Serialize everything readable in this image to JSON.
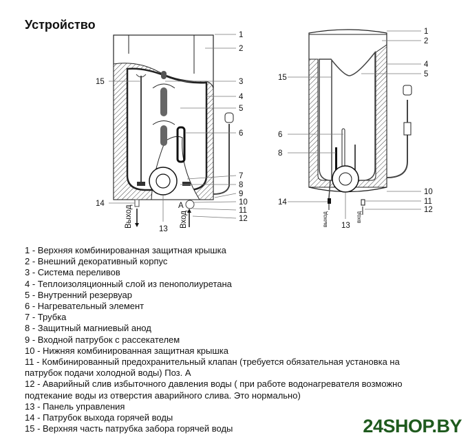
{
  "title": "Устройство",
  "diagram_left": {
    "callouts": [
      "1",
      "2",
      "3",
      "4",
      "5",
      "6",
      "7",
      "8",
      "9",
      "10",
      "11",
      "12",
      "13",
      "14",
      "15"
    ],
    "marker_a": "А",
    "outlet_label": "Выход",
    "inlet_label": "Вход"
  },
  "diagram_right": {
    "callouts": [
      "1",
      "2",
      "4",
      "5",
      "6",
      "8",
      "10",
      "11",
      "12",
      "13",
      "14",
      "15"
    ],
    "outlet_label": "выход",
    "inlet_label": "вход"
  },
  "legend": [
    "1 - Верхняя комбинированная защитная крышка",
    "2 - Внешний декоративный корпус",
    "3 - Система переливов",
    "4 - Теплоизоляционный слой из пенополиуретана",
    "5 - Внутренний резервуар",
    "6 - Нагревательный элемент",
    "7 - Трубка",
    "8 - Защитный магниевый анод",
    "9 - Входной патрубок с рассекателем",
    "10 - Нижняя комбинированная защитная крышка",
    "11 - Комбинированный предохранительный клапан (требуется обязательная установка на",
    "патрубок подачи холодной воды) Поз. А",
    "12 - Аварийный слив избыточного давления воды ( при работе водонагревателя возможно",
    "подтекание воды из отверстия аварийного слива. Это нормально)",
    "13 - Панель управления",
    "14 - Патрубок выхода горячей воды",
    "15 -  Верхняя часть патрубка забора горячей воды"
  ],
  "watermark": "24SHOP.BY",
  "colors": {
    "watermark": "#1f5a1e"
  }
}
